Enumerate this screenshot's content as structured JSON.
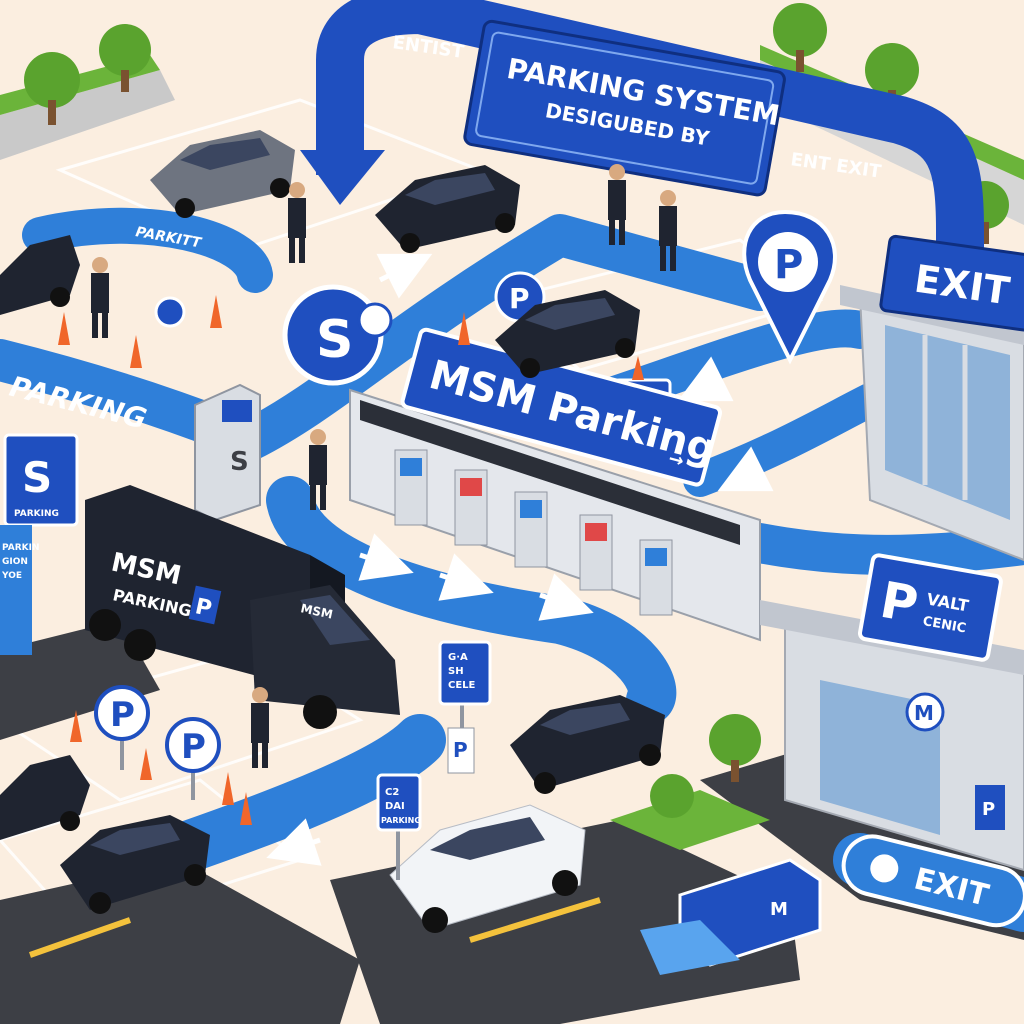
{
  "colors": {
    "ground": "#fbeee0",
    "lane_blue": "#2f7fd9",
    "lane_blue_light": "#59a4ee",
    "sign_blue": "#1f4fbf",
    "car_dark": "#1f2430",
    "car_grey": "#6e7480",
    "car_white": "#f2f4f7",
    "cone_orange": "#f0662a",
    "hedge_green": "#6bb43a",
    "tree_green": "#5aa32e",
    "asphalt": "#3d3f45",
    "building_grey": "#d9dde3",
    "glass_blue": "#8fb3d9"
  },
  "arrow_sign": {
    "left_label": "ENTIST",
    "right_label": "ENT EXIT"
  },
  "banner": {
    "title": "PARKING SYSTEM",
    "subtitle": "DESIGUBED BY"
  },
  "exit_building": {
    "sign": "EXIT"
  },
  "gate": {
    "sign": "MSM Parking",
    "arrow": "→"
  },
  "road_labels": {
    "parking_lane": "PARKING",
    "top_lane": "PARKITT"
  },
  "pin_sign": {
    "label": "P"
  },
  "logo_sign": {
    "label": "S"
  },
  "small_signs": {
    "sp": "S P",
    "kiosk": "S",
    "left_pole": "S",
    "left_pole_caption": "PARKING",
    "left_board_lines": [
      "PARKIN",
      "GION",
      "YOE"
    ],
    "center_pole_lines": [
      "G·A",
      "SH",
      "CELE"
    ],
    "lower_pole_lines": [
      "C2",
      "DAI",
      "PARKING"
    ],
    "p_badge": "P"
  },
  "truck": {
    "brand": "MSM",
    "caption": "PARKING",
    "badge": "P",
    "cab_brand": "MSM"
  },
  "valet": {
    "badge": "P",
    "line1": "VALT",
    "line2": "CENIC"
  },
  "right_building": {
    "logo": "M",
    "side_tag": "P"
  },
  "bottom_pad": {
    "label": "EXIT"
  },
  "entry_box": {
    "label": "M"
  },
  "icons": [
    "parking-p-icon",
    "valet-attendant-icon",
    "traffic-cone-icon",
    "direction-arrow-icon",
    "car-icon",
    "truck-icon",
    "tree-icon",
    "ticket-kiosk-icon"
  ]
}
